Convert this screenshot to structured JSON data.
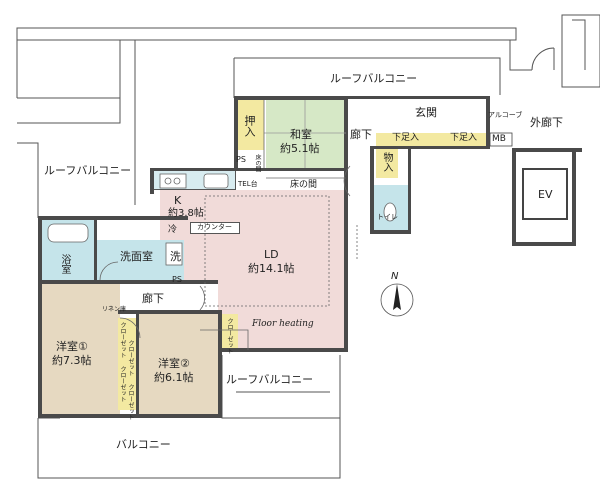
{
  "rooms": {
    "roof_balcony_top": "ルーフバルコニー",
    "roof_balcony_left": "ルーフバルコニー",
    "roof_balcony_bottom": "ルーフバルコニー",
    "balcony": "バルコニー",
    "washitsu_name": "和室",
    "washitsu_size": "約5.1帖",
    "oshiire": "押入",
    "tokonoma": "床の間",
    "toko_small": "床の間",
    "ps1": "PS",
    "ps2": "PS",
    "genkan": "玄関",
    "roka_top": "廊下",
    "roka_mid": "廊下",
    "gaika": "外廊下",
    "alcove": "アルコーブ",
    "mb": "MB",
    "shita_soko1": "下足入",
    "shita_soko2": "下足入",
    "monoire": "物入",
    "toilet": "トイレ",
    "ev": "EV",
    "kitchen_name": "K",
    "kitchen_size": "約3.8帖",
    "rei": "冷",
    "counter": "カウンター",
    "tel": "TEL台",
    "ld_name": "LD",
    "ld_size": "約14.1帖",
    "floor_heating": "Floor heating",
    "senmenjo": "洗面室",
    "sen": "洗",
    "yokushitsu": "浴室",
    "yoshitsu1_name": "洋室①",
    "yoshitsu1_size": "約7.3帖",
    "yoshitsu2_name": "洋室②",
    "yoshitsu2_size": "約6.1帖",
    "closet_a": "クローゼット",
    "closet_b": "クローゼット",
    "closet_c": "クローゼット",
    "closet_d": "クローゼット",
    "closet_e": "クローゼット",
    "linen": "リネン庫",
    "north": "N"
  },
  "colors": {
    "wall": "#4a4a4a",
    "floor_pink": "#f1dbd9",
    "floor_tan": "#e6d9c1",
    "washitsu_green": "#d6e8c6",
    "storage_yellow": "#f3e9a1",
    "water_blue": "#c5e4ea",
    "kitchen_counter": "#d8ecf0"
  }
}
